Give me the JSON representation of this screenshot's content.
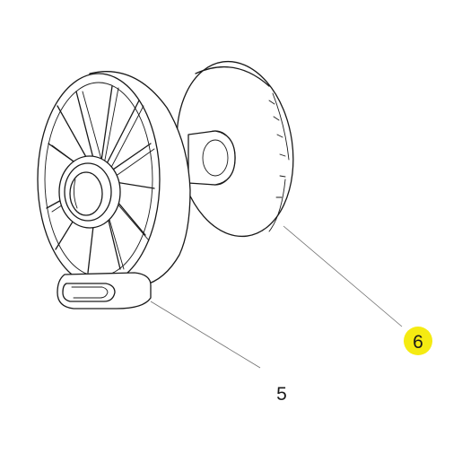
{
  "callouts": [
    {
      "label": "5",
      "highlight_color": null
    },
    {
      "label": "6",
      "highlight_color": "#f5eb12"
    }
  ],
  "parts": [
    {
      "id": "5",
      "description_visible": false
    },
    {
      "id": "6",
      "description_visible": false
    }
  ],
  "colors": {
    "line": "#1a1a1a",
    "leader": "#6e6e6e",
    "highlight": "#f5eb12",
    "background": "#ffffff"
  }
}
